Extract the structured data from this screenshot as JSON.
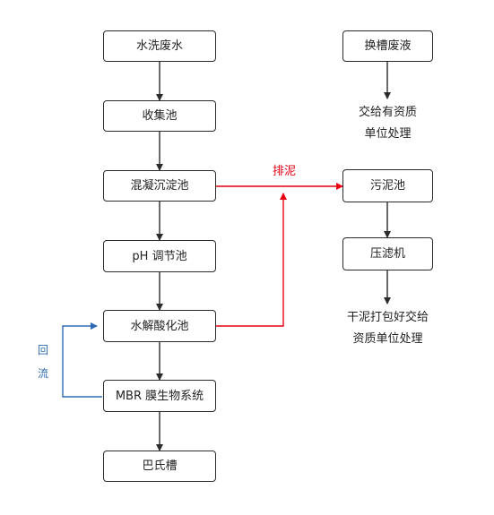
{
  "colors": {
    "line": "#2b2b2b",
    "discharge": "#e60012",
    "return": "#2e6bb5"
  },
  "left_chain": {
    "node1": "水洗废水",
    "node2": "收集池",
    "node3": "混凝沉淀池",
    "node4": "pH 调节池",
    "node5": "水解酸化池",
    "node6": "MBR 膜生物系统",
    "node7": "巴氏槽"
  },
  "right_chain": {
    "node1": "换槽废液",
    "note1_line1": "交给有资质",
    "note1_line2": "单位处理",
    "node2": "污泥池",
    "node3": "压滤机",
    "note2_line1": "干泥打包好交给",
    "note2_line2": "资质单位处理"
  },
  "labels": {
    "discharge": "排泥",
    "return_char1": "回",
    "return_char2": "流"
  }
}
